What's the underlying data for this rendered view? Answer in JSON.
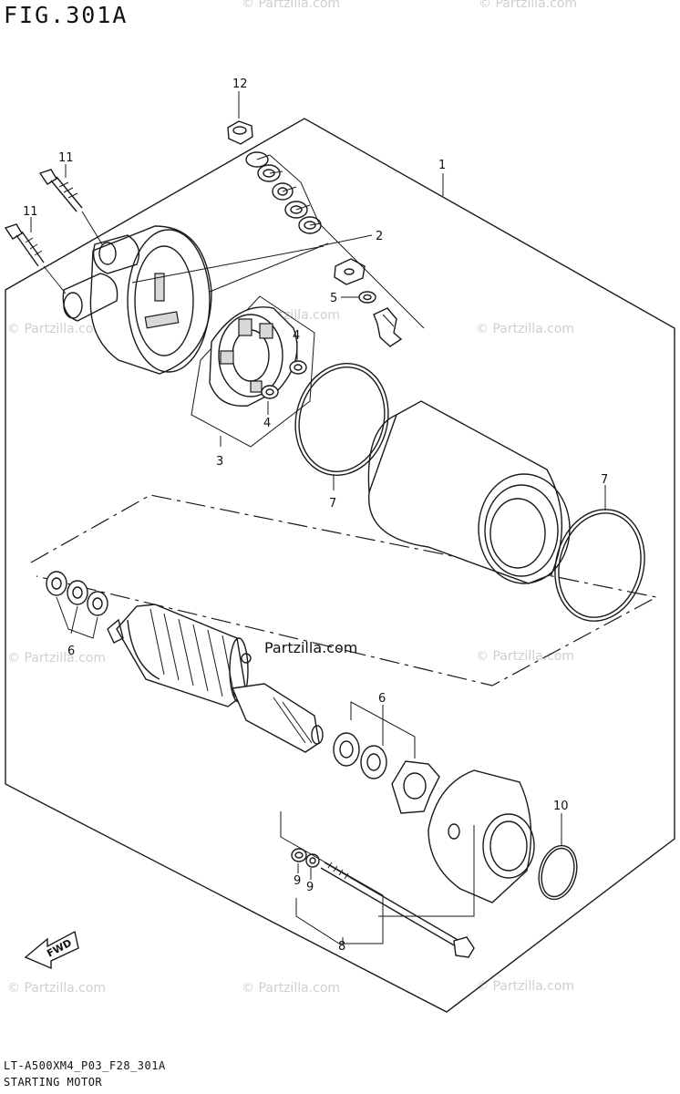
{
  "figure": {
    "title": "FIG.301A",
    "code": "LT-A500XM4_P03_F28_301A",
    "name": "STARTING MOTOR"
  },
  "callouts": [
    "1",
    "2",
    "3",
    "4",
    "4",
    "5",
    "6",
    "6",
    "7",
    "7",
    "8",
    "9",
    "9",
    "10",
    "11",
    "11",
    "12"
  ],
  "watermark": "© Partzilla.com",
  "watermark_center": "Partzilla.com",
  "direction_label": "FWD"
}
